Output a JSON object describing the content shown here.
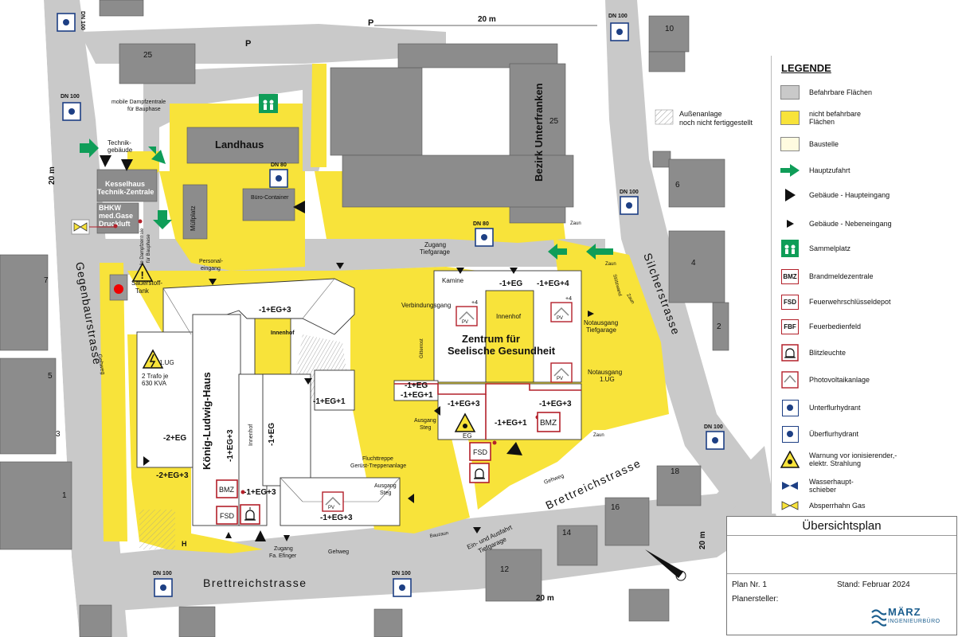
{
  "roads": {
    "gegenbaurstrasse": "Gegenbaurstrasse",
    "brettreichstrasse_bottom": "Brettreichstrasse",
    "brettreichstrasse_right": "Brettreichstrasse",
    "silcherstrasse": "Silcherstrasse",
    "gehweg": "Gehweg"
  },
  "buildings": {
    "landhaus": "Landhaus",
    "bezirk": "Bezirk Unterfranken",
    "koenig": "König-Ludwig-Haus",
    "zentrum_line1": "Zentrum für",
    "zentrum_line2": "Seelische Gesundheit",
    "kesselhaus_line1": "Kesselhaus",
    "kesselhaus_line2": "Technik-Zentrale",
    "bhkw_line1": "BHKW",
    "bhkw_line2": "med.Gase",
    "bhkw_line3": "Druckluft",
    "muellplatz": "Müllplatz",
    "buero": "Büro-Container"
  },
  "labels": {
    "p1": "P",
    "p2": "P",
    "dist_20m_top": "20 m",
    "dist_20m_left": "20 m",
    "dist_20m_bottom": "20 m",
    "dist_20m_right": "20 m",
    "num_25_top": "25",
    "num_25_bezirk": "25",
    "num_10": "10",
    "num_6": "6",
    "num_4": "4",
    "num_2": "2",
    "num_7": "7",
    "num_5": "5",
    "num_3": "3",
    "num_1": "1",
    "num_18": "18",
    "num_16": "16",
    "num_14": "14",
    "num_12": "12",
    "dampf1_line1": "mobile Dampfzentrale",
    "dampf1_line2": "für Bauphase",
    "dampf2_line1": "mobile Dampfzentrale",
    "dampf2_line2": "für Bauphase",
    "technik_line1": "Technik-",
    "technik_line2": "gebäude",
    "personal_line1": "Personal-",
    "personal_line2": "eingang",
    "sauerstoff_line1": "Sauerstoff-",
    "sauerstoff_line2": "Tank",
    "zugang_tg_line1": "Zugang",
    "zugang_tg_line2": "Tiefgarage",
    "kamine": "Kamine",
    "verbindungsgang": "Verbindungsgang",
    "innenhof_zsg": "Innenhof",
    "innenhof_1": "Innenhof",
    "innenhof_2": "Innenhof",
    "gitterrost": "Gitterrost",
    "notausgang_tg_line1": "Notausgang",
    "notausgang_tg_line2": "Tiefgarage",
    "notausgang_ug_line1": "Notausgang",
    "notausgang_ug_line2": "1.UG",
    "zaun1": "Zaun",
    "zaun2": "Zaun",
    "zaun3": "Zaun",
    "zaun4": "Zaun",
    "stuetzwand": "Stützwand",
    "bauzaun": "Bauzaun",
    "ausgang_steg1_line1": "Ausgang",
    "ausgang_steg1_line2": "Steg",
    "ausgang_steg2_line1": "Ausgang",
    "ausgang_steg2_line2": "Steg",
    "flucht_line1": "Fluchttreppe",
    "flucht_line2": "Gerüst-Treppenanlage",
    "zugang_efinger_line1": "Zugang",
    "zugang_efinger_line2": "Fa. Efinger",
    "einfahrt_line1": "Ein- und Ausfahrt",
    "einfahrt_line2": "Tiefgarage",
    "trafo_line1": "2 Trafo je",
    "trafo_line2": "630 KVA",
    "ug1": "1.UG",
    "eg": "EG",
    "h": "H",
    "aussen_line1": "Außenanlage",
    "aussen_line2": "noch nicht fertiggestellt",
    "dn100": "DN 100",
    "dn80": "DN 80",
    "plus4a": "+4",
    "plus4b": "+4",
    "pv": "PV"
  },
  "floors": {
    "f1": "-1+EG+3",
    "f2": "-1+EG",
    "f3": "-1+EG+4",
    "f4": "-1+EG+1",
    "f5": "-1+EG",
    "f6": "-1+EG+1",
    "f7": "-1+EG+3",
    "f8": "-1+EG+1",
    "f9": "-1+EG+3",
    "f10": "-2+EG",
    "f11": "-2+EG+3",
    "f12": "-1+EG+3",
    "f13": "-1+EG",
    "f14": "-1+EG+3",
    "f15": "-1+EG+3"
  },
  "badges": {
    "bmz": "BMZ",
    "fsd": "FSD",
    "fbf": "FBF"
  },
  "legend": {
    "title": "LEGENDE",
    "items": [
      {
        "label": "Befahrbare Flächen",
        "icon": "grey-swatch"
      },
      {
        "label": "nicht befahrbare Flächen",
        "icon": "yellow-swatch"
      },
      {
        "label": "Baustelle",
        "icon": "cream-swatch"
      },
      {
        "label": "Hauptzufahrt",
        "icon": "green-arrow-icon"
      },
      {
        "label": "Gebäude - Haupteingang",
        "icon": "large-triangle-icon"
      },
      {
        "label": "Gebäude - Nebeneingang",
        "icon": "small-triangle-icon"
      },
      {
        "label": "Sammelplatz",
        "icon": "assembly-point-icon"
      },
      {
        "label": "Brandmeldezentrale",
        "icon": "bmz-icon"
      },
      {
        "label": "Feuerwehrschlüsseldepot",
        "icon": "fsd-icon"
      },
      {
        "label": "Feuerbedienfeld",
        "icon": "fbf-icon"
      },
      {
        "label": "Blitzleuchte",
        "icon": "strobe-light-icon"
      },
      {
        "label": "Photovoltaikanlage",
        "icon": "photovoltaic-icon"
      },
      {
        "label": "Unterflurhydrant",
        "icon": "underground-hydrant-icon"
      },
      {
        "label": "Überflurhydrant",
        "icon": "overground-hydrant-icon"
      },
      {
        "label": "Warnung vor ionisierender,- elektr. Strahlung",
        "icon": "radiation-warning-icon"
      },
      {
        "label": "Wasserhaupt- schieber",
        "icon": "water-valve-icon"
      },
      {
        "label": "Absperrhahn Gas",
        "icon": "gas-valve-icon"
      }
    ]
  },
  "titleblock": {
    "title": "Übersichtsplan",
    "plan": "Plan Nr. 1",
    "stand": "Stand: Februar 2024",
    "planer": "Planersteller:",
    "logo_main": "MÄRZ",
    "logo_sub": "INGENIEURBÜRO"
  },
  "colors": {
    "yellow": "#f8e33a",
    "grey": "#c9c9c9",
    "building_dark": "#8c8c8c",
    "building_white": "#ffffff",
    "green": "#0f9d58",
    "red": "#b3202a",
    "blue": "#1d3f84"
  }
}
